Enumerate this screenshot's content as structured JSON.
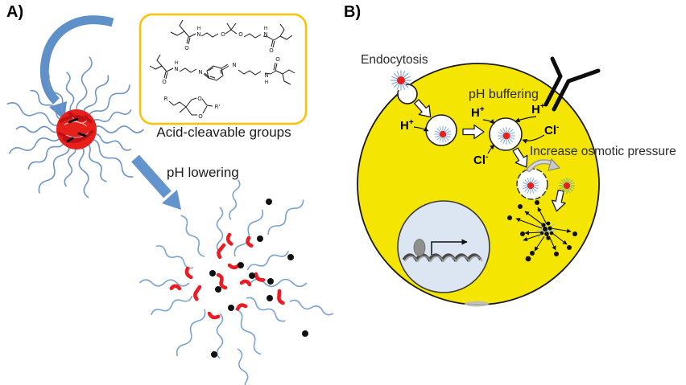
{
  "figure": {
    "panel_a": {
      "label": "A)",
      "acid_cleavable_caption": "Acid-cleavable groups",
      "ph_lowering_label": "pH lowering",
      "chem_atoms": {
        "oxygen": "O",
        "nitrogen": "N",
        "hydrogen": "H",
        "r_group": "R",
        "r_prime_group": "R'"
      }
    },
    "panel_b": {
      "label": "B)",
      "endocytosis_label": "Endocytosis",
      "ph_buffering_label": "pH buffering",
      "osmotic_label": "Increase osmotic pressure",
      "proton": {
        "symbol": "H",
        "charge": "+"
      },
      "chloride": {
        "symbol": "Cl",
        "charge": "-"
      }
    },
    "colors": {
      "cell_yellow": "#F5E503",
      "box_border_gold": "#FFC000",
      "arrow_blue": "#6494CE",
      "polymer_arm_blue": "#7FA8D6",
      "core_red": "#E6211C",
      "fragment_red": "#ED1C24",
      "nucleus_blue": "#DCE6F2",
      "dot_black": "#111111"
    }
  }
}
